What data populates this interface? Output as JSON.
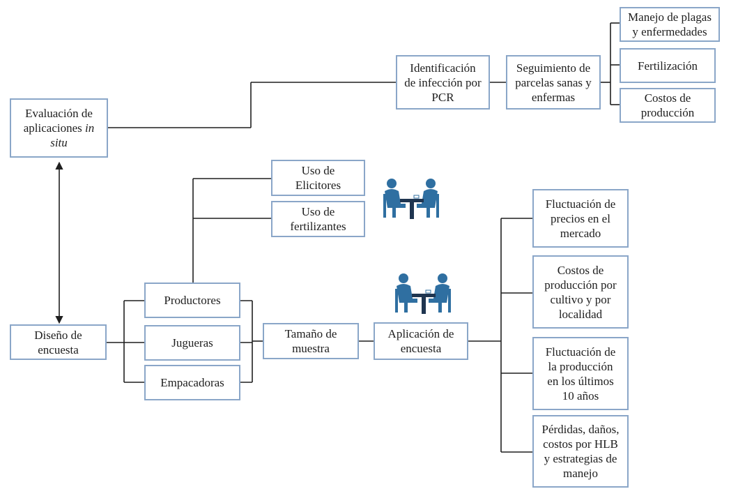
{
  "nodes": {
    "evaluacion": {
      "text": "Evaluación de aplicaciones",
      "italic": "in situ"
    },
    "identificacion": "Identificación\nde infección por\nPCR",
    "seguimiento": "Seguimiento de\nparcelas sanas y\nenfermas",
    "manejo": "Manejo de plagas\ny enfermedades",
    "fertilizacion": "Fertilización",
    "costos_produccion": "Costos de\nproducción",
    "elicitores": "Uso de\nElicitores",
    "fertilizantes": "Uso de\nfertilizantes",
    "diseno": "Diseño de\nencuesta",
    "productores": "Productores",
    "jugueras": "Jugueras",
    "empacadoras": "Empacadoras",
    "tamano": "Tamaño de\nmuestra",
    "aplicacion": "Aplicación de\nencuesta",
    "fluctuacion_precios": "Fluctuación de\nprecios en el\nmercado",
    "costos_cultivo": "Costos de\nproducción por\ncultivo y por\nlocalidad",
    "fluctuacion_produccion": "Fluctuación de\nla producción\nen los últimos\n10 años",
    "perdidas": "Pérdidas, daños,\ncostos por HLB\ny estrategias de\nmanejo"
  },
  "icons": [
    "meeting-icon",
    "meeting-icon"
  ],
  "colors": {
    "box_border": "#8aa6c8",
    "connector": "#1f1f1f",
    "icon_blue": "#2f6fa1",
    "icon_table": "#1f3550"
  }
}
